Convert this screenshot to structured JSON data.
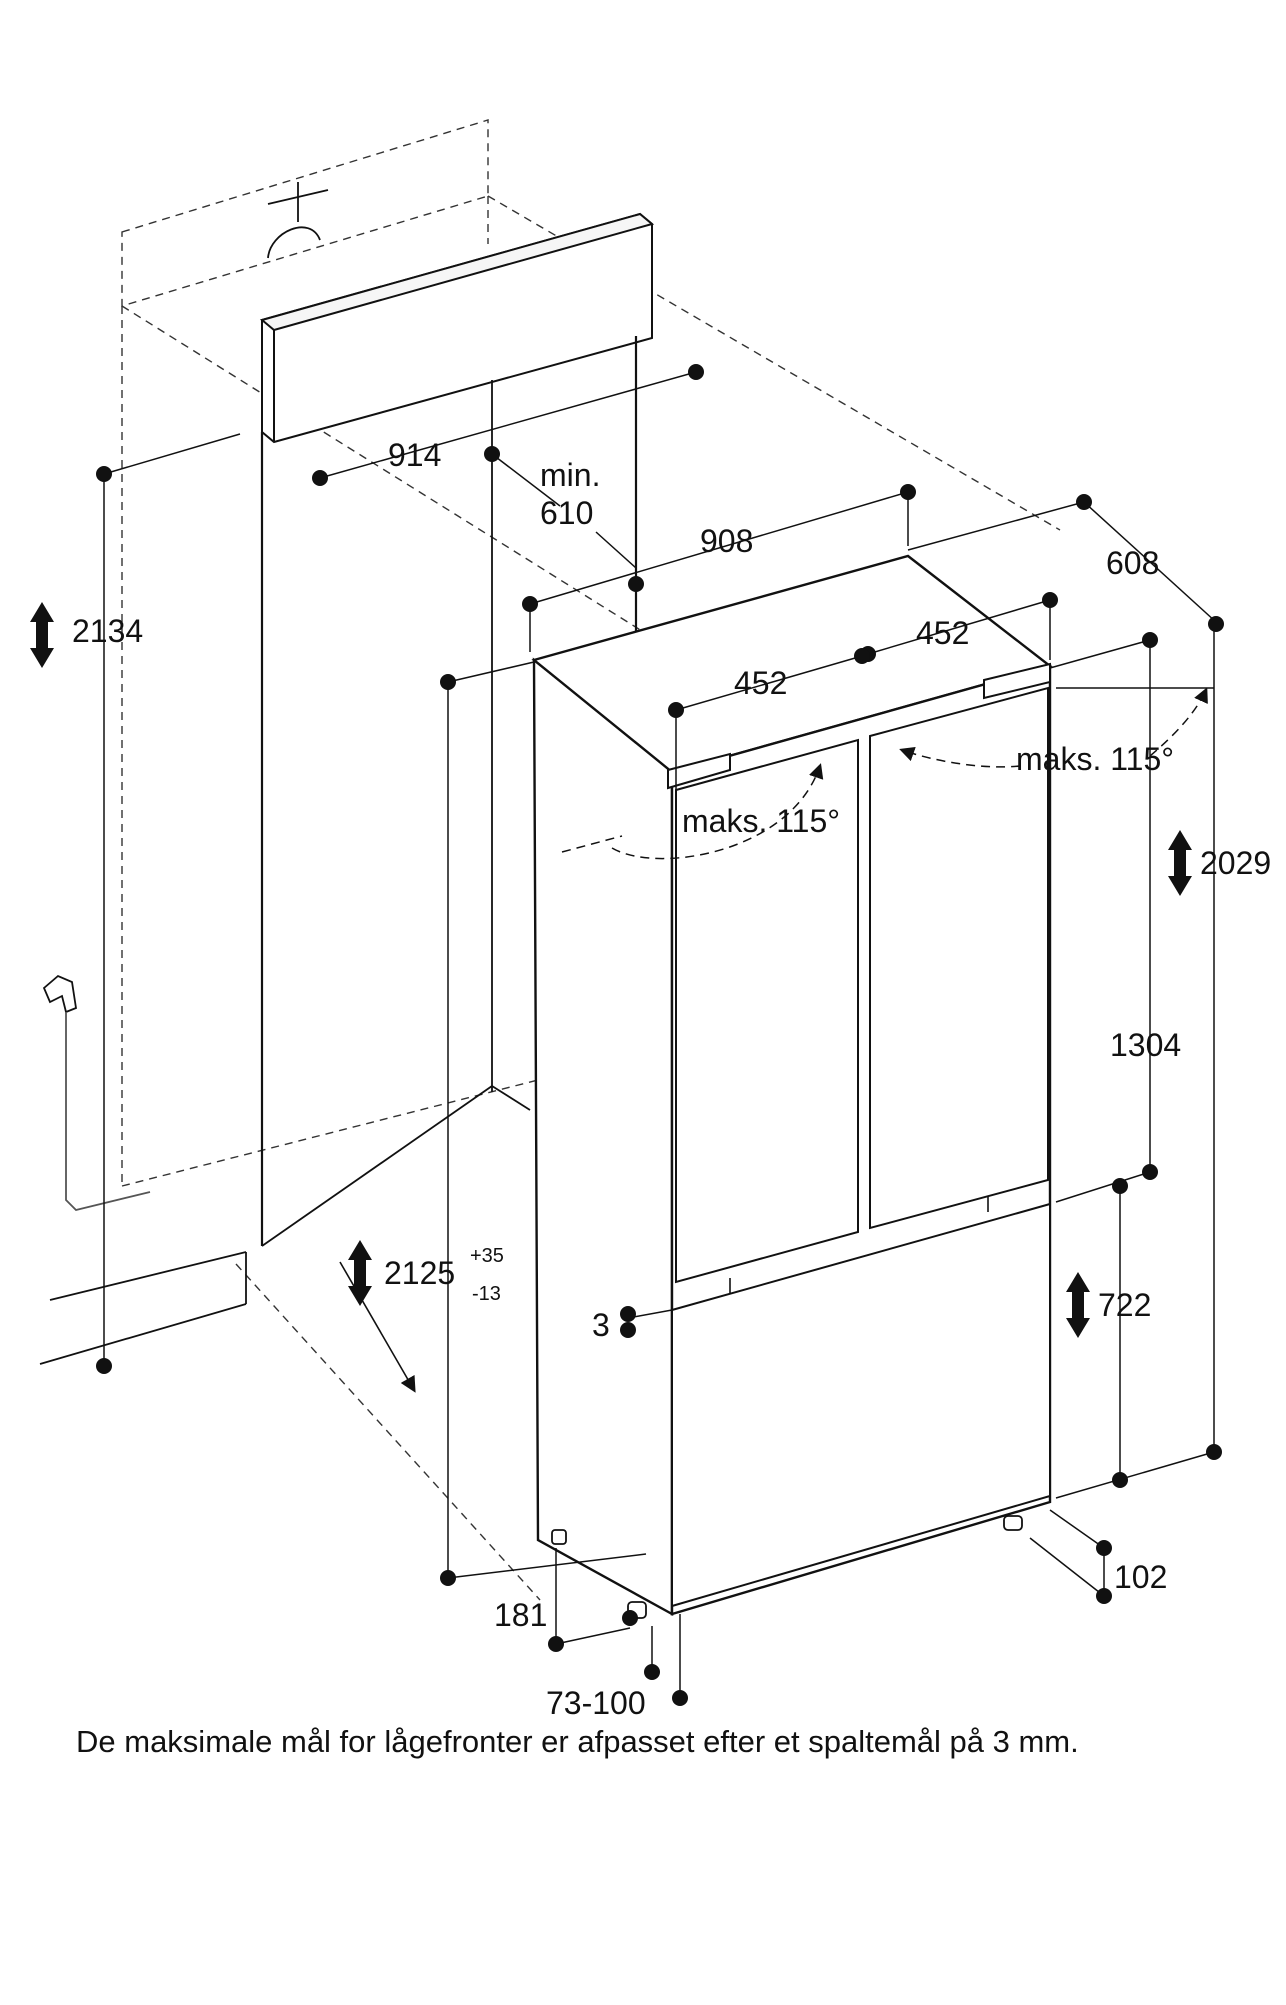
{
  "dimensions": {
    "opening_height": "2134",
    "niche_width": "914",
    "min_depth_label": "min.",
    "min_depth_value": "610",
    "width": "908",
    "depth": "608",
    "door_width_left": "452",
    "door_width_right": "452",
    "opening_angle_right": "maks. 115°",
    "opening_angle_left": "maks. 115°",
    "height": "2029",
    "upper_door_height": "1304",
    "lower_door_height": "722",
    "niche_height": "2125",
    "niche_height_tol_plus": "+35",
    "niche_height_tol_minus": "-13",
    "gap": "3",
    "plinth_depth": "181",
    "plinth_height": "73-100",
    "foot_height": "102"
  },
  "caption": "De maksimale mål for lågefronter er afpasset efter et spaltemål på 3 mm."
}
